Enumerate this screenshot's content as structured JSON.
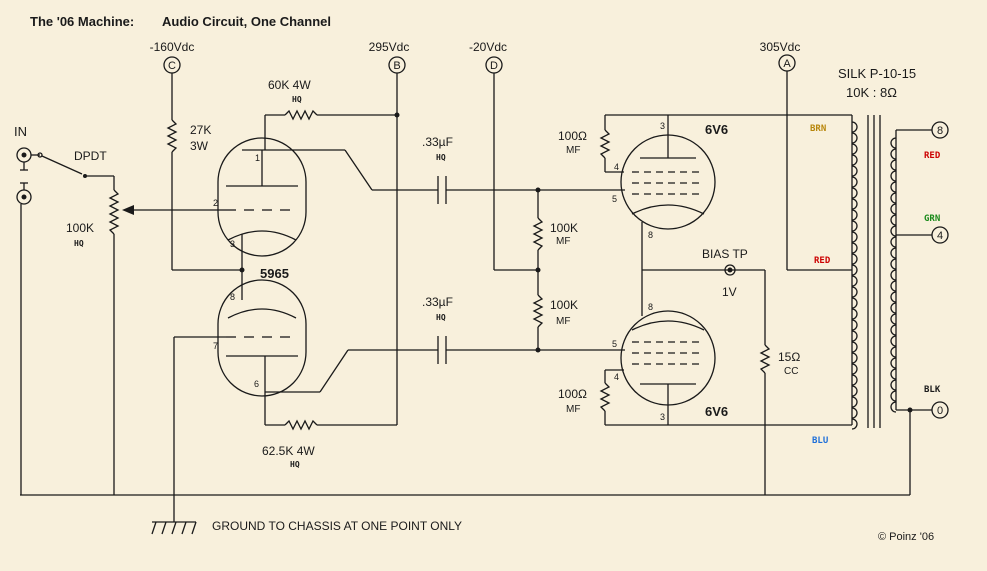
{
  "title": "The '06 Machine:",
  "subtitle": "Audio Circuit, One Channel",
  "rails": {
    "c_label": "C",
    "c_voltage": "-160Vdc",
    "b_label": "B",
    "b_voltage": "295Vdc",
    "d_label": "D",
    "d_voltage": "-20Vdc",
    "a_label": "A",
    "a_voltage": "305Vdc"
  },
  "input": {
    "label": "IN",
    "switch": "DPDT"
  },
  "components": {
    "r_27k": "27K",
    "r_27k_w": "3W",
    "r_60k": "60K 4W",
    "r_60k_q": "HQ",
    "pot": "100K",
    "pot_q": "HQ",
    "cap1": ".33µF",
    "cap1_q": "HQ",
    "cap2": ".33µF",
    "cap2_q": "HQ",
    "r_100k_a": "100K",
    "r_100k_a_q": "MF",
    "r_100k_b": "100K",
    "r_100k_b_q": "MF",
    "r_62k": "62.5K 4W",
    "r_62k_q": "HQ",
    "r_100ohm_a": "100Ω",
    "r_100ohm_a_q": "MF",
    "r_100ohm_b": "100Ω",
    "r_100ohm_b_q": "MF",
    "r_15": "15Ω",
    "r_15_q": "CC",
    "bias_tp": "BIAS TP",
    "bias_v": "1V"
  },
  "tubes": {
    "driver": "5965",
    "power_top": "6V6",
    "power_bottom": "6V6"
  },
  "pins": {
    "p1": "1",
    "p2": "2",
    "p3": "3",
    "p8": "8",
    "p7": "7",
    "p6": "6",
    "t3": "3",
    "t4": "4",
    "t5": "5",
    "t8": "8",
    "b8": "8",
    "b5": "5",
    "b4": "4",
    "b3": "3"
  },
  "transformer": {
    "model": "SILK P-10-15",
    "ratio": "10K : 8Ω",
    "brn": "BRN",
    "red_pri": "RED",
    "blu": "BLU",
    "red_sec": "RED",
    "grn": "GRN",
    "blk": "BLK",
    "tap_8": "8",
    "tap_4": "4",
    "tap_0": "0"
  },
  "colors": {
    "brn": "#b8860b",
    "red": "#cc0000",
    "blu": "#1e6fd9",
    "grn": "#1a8a1a"
  },
  "ground_note": "GROUND TO CHASSIS AT ONE POINT ONLY",
  "copyright": "© Poinz '06"
}
